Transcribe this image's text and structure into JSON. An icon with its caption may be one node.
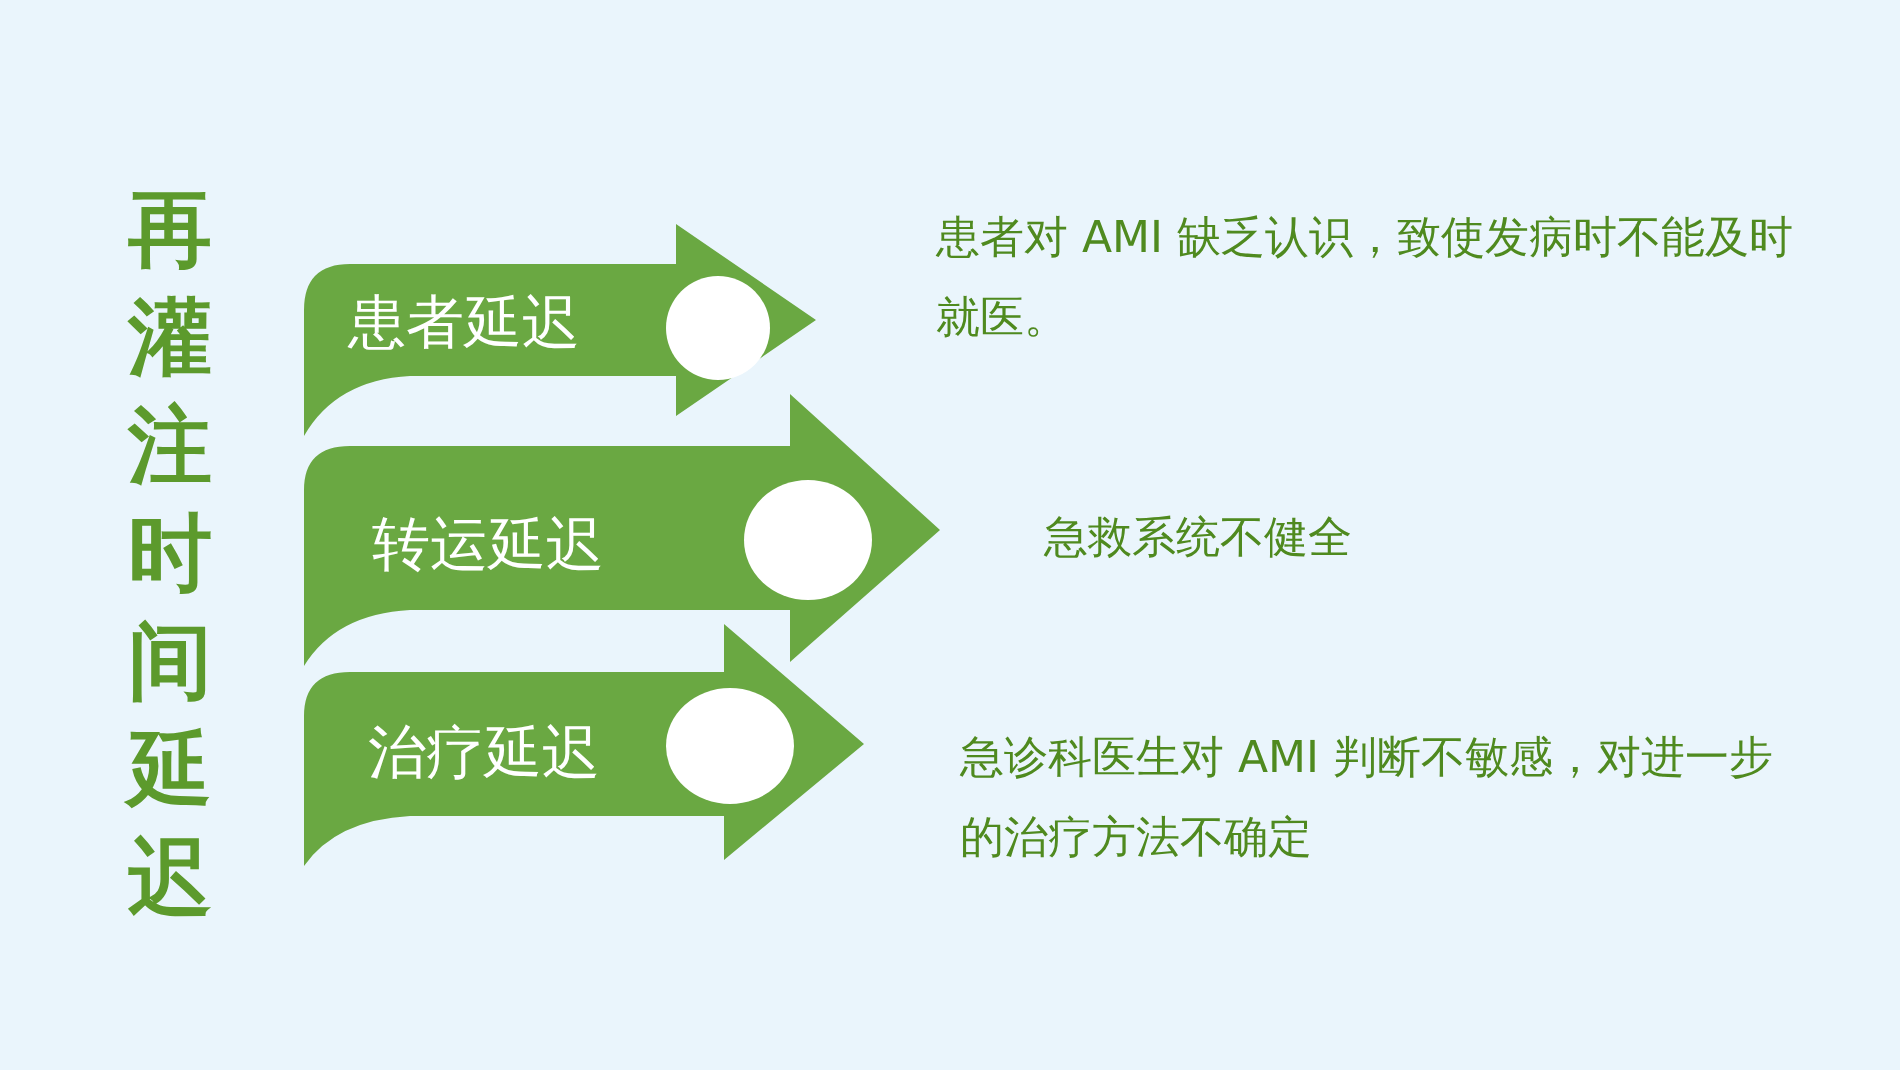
{
  "diagram": {
    "title": "再灌注时间延迟",
    "nodes": [
      {
        "text": [
          "患者延迟"
        ],
        "beside": [
          "患者对 AMI 缺乏认识，致使发病时不能及时就医。"
        ]
      },
      {
        "text": [],
        "shape": "circle",
        "in": 0
      },
      {
        "text": [
          "转运延迟"
        ],
        "beside": [
          "急救系统不健全"
        ]
      },
      {
        "text": [],
        "shape": "circle",
        "in": 2
      },
      {
        "text": [
          "治疗延迟"
        ],
        "beside": [
          "急诊科医生对 AMI 判断不敏感，对进一步的治疗方法不确定"
        ]
      },
      {
        "text": [],
        "shape": "circle",
        "in": 4
      }
    ],
    "edges": []
  }
}
